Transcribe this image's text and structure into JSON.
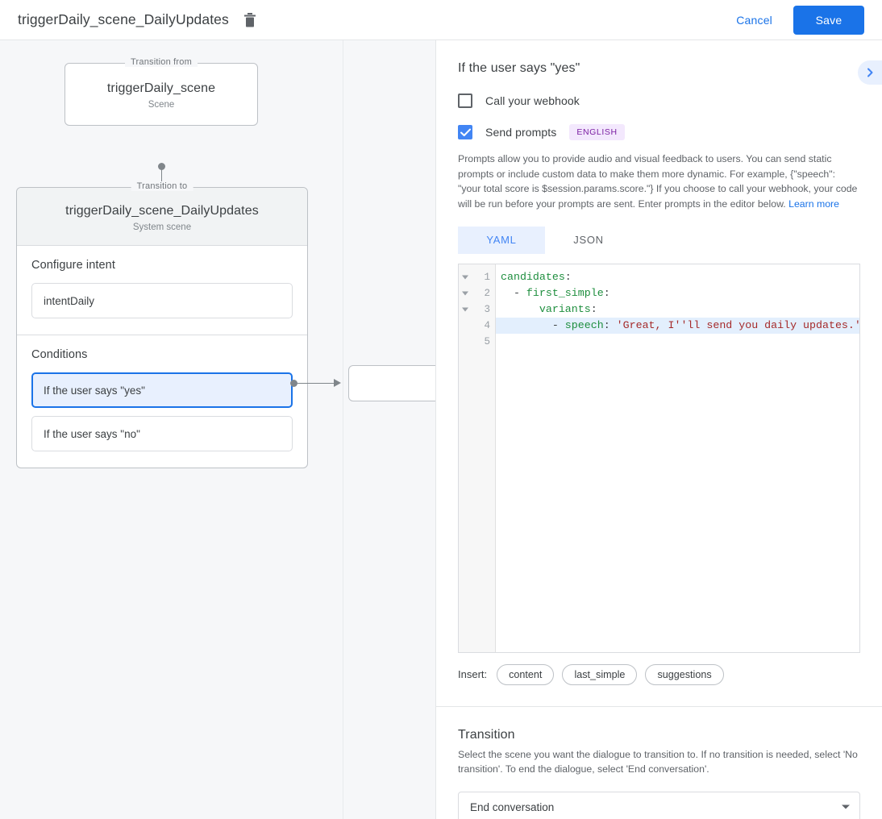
{
  "appbar": {
    "title": "triggerDaily_scene_DailyUpdates",
    "delete_icon": "trash-icon",
    "cancel_label": "Cancel",
    "save_label": "Save",
    "accent_color": "#1a73e8"
  },
  "canvas": {
    "background_color": "#f6f7f9",
    "from_node": {
      "legend": "Transition from",
      "title": "triggerDaily_scene",
      "subtitle": "Scene"
    },
    "to_node": {
      "legend": "Transition to",
      "title": "triggerDaily_scene_DailyUpdates",
      "subtitle": "System scene",
      "intent_section_label": "Configure intent",
      "intent_value": "intentDaily",
      "conditions_section_label": "Conditions",
      "conditions": [
        {
          "label": "If the user says \"yes\"",
          "selected": true
        },
        {
          "label": "If the user says \"no\"",
          "selected": false
        }
      ]
    }
  },
  "panel": {
    "heading": "If the user says \"yes\"",
    "expand_icon": "chevron-right-icon",
    "webhook": {
      "label": "Call your webhook",
      "checked": false
    },
    "prompts": {
      "label": "Send prompts",
      "checked": true,
      "language_badge": "ENGLISH",
      "badge_color": "#7b1fa2",
      "help_text": "Prompts allow you to provide audio and visual feedback to users. You can send static prompts or include custom data to make them more dynamic. For example, {\"speech\": \"your total score is $session.params.score.\"} If you choose to call your webhook, your code will be run before your prompts are sent. Enter prompts in the editor below. ",
      "help_link": "Learn more"
    },
    "editor": {
      "tabs": [
        {
          "label": "YAML",
          "active": true
        },
        {
          "label": "JSON",
          "active": false
        }
      ],
      "lines": [
        {
          "number": "1",
          "fold": true,
          "highlight": false,
          "key": "candidates",
          "indent": "",
          "dash": false,
          "value": ""
        },
        {
          "number": "2",
          "fold": true,
          "highlight": false,
          "key": "first_simple",
          "indent": "  ",
          "dash": true,
          "value": ""
        },
        {
          "number": "3",
          "fold": true,
          "highlight": false,
          "key": "variants",
          "indent": "      ",
          "dash": false,
          "value": ""
        },
        {
          "number": "4",
          "fold": false,
          "highlight": true,
          "key": "speech",
          "indent": "        ",
          "dash": true,
          "value": "'Great, I''ll send you daily updates.'"
        },
        {
          "number": "5",
          "fold": false,
          "highlight": false,
          "key": "",
          "indent": "",
          "dash": false,
          "value": ""
        }
      ],
      "insert_label": "Insert:",
      "insert_chips": [
        "content",
        "last_simple",
        "suggestions"
      ]
    },
    "transition": {
      "heading": "Transition",
      "help_text": "Select the scene you want the dialogue to transition to. If no transition is needed, select 'No transition'. To end the dialogue, select 'End conversation'.",
      "selected_value": "End conversation"
    }
  }
}
